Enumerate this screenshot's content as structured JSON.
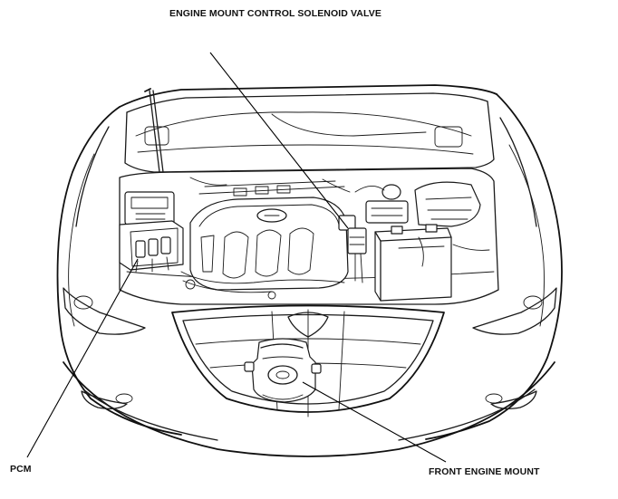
{
  "labels": {
    "top": "ENGINE MOUNT CONTROL SOLENOID VALVE",
    "left": "PCM",
    "bottom_right": "FRONT ENGINE MOUNT"
  }
}
